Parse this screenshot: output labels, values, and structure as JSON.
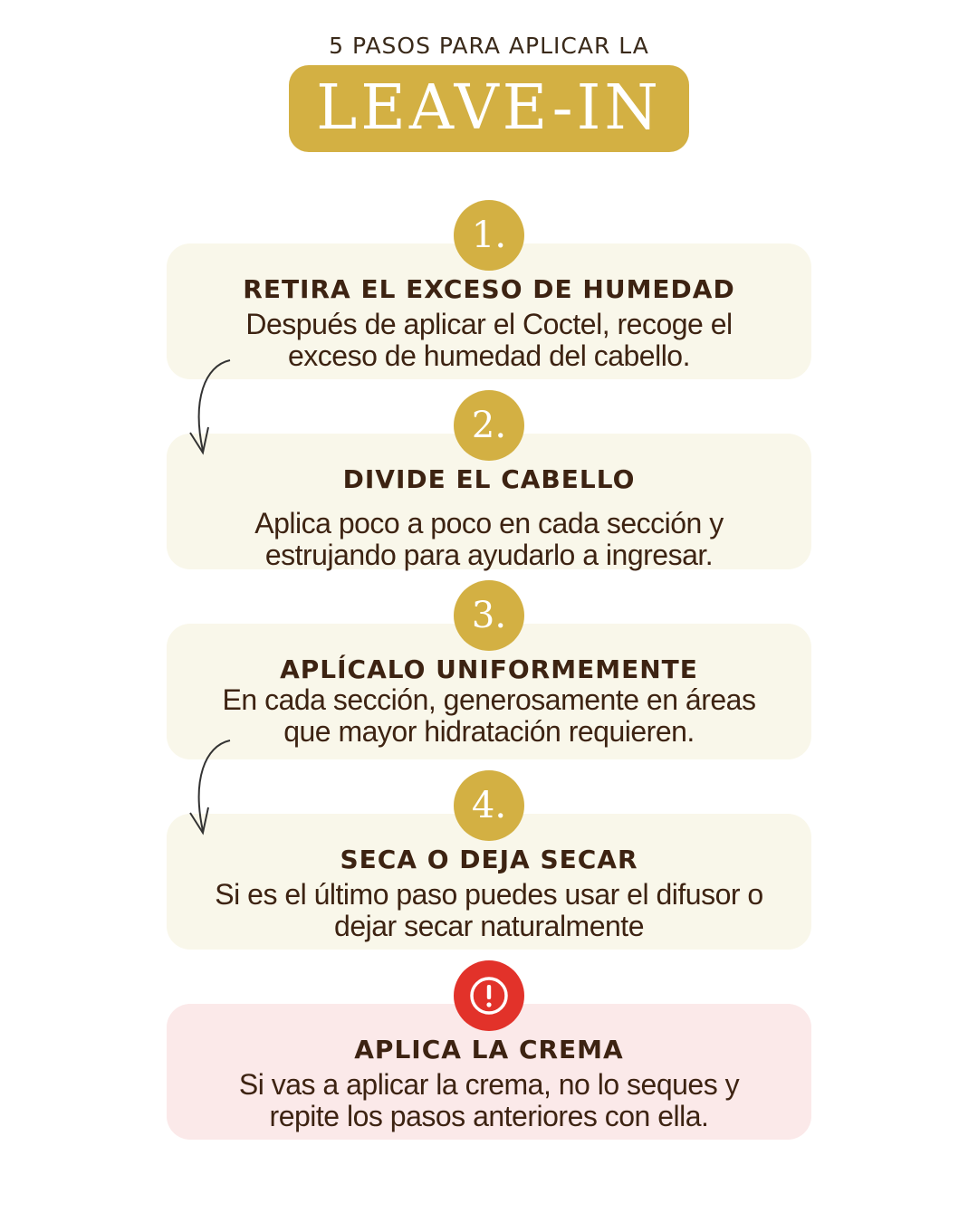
{
  "header": {
    "subtitle": "5  PASOS PARA APLICAR LA",
    "title": "LEAVE-IN"
  },
  "steps": [
    {
      "number": "1.",
      "title": "RETIRA EL EXCESO DE HUMEDAD",
      "line1": "Después de aplicar el Coctel, recoge el",
      "line2": "exceso de humedad del cabello."
    },
    {
      "number": "2.",
      "title": "DIVIDE EL CABELLO",
      "line1": "Aplica poco a poco en cada sección y",
      "line2": "estrujando para ayudarlo a ingresar."
    },
    {
      "number": "3.",
      "title": "APLÍCALO UNIFORMEMENTE",
      "line1": "En cada sección, generosamente en áreas",
      "line2": "que mayor hidratación requieren."
    },
    {
      "number": "4.",
      "title": "SECA O DEJA SECAR",
      "line1": "Si es el último paso puedes usar el difusor o",
      "line2": "dejar secar naturalmente"
    }
  ],
  "warning": {
    "icon": "exclamation-circle-icon",
    "title": "APLICA LA CREMA",
    "line1": "Si vas a aplicar la crema, no lo seques y",
    "line2": "repite los pasos anteriores con ella."
  },
  "colors": {
    "gold": "#d3b043",
    "card": "#f9f7ea",
    "alert_card": "#fbe9e9",
    "alert_red": "#e2322a",
    "text": "#3d2312"
  }
}
